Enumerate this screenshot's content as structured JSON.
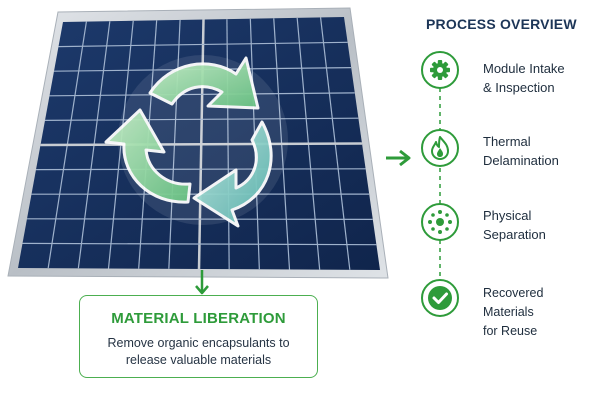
{
  "overview": {
    "title": "PROCESS OVERVIEW",
    "steps": [
      {
        "line1": "Module Intake",
        "line2": "& Inspection",
        "icon": "gear-icon"
      },
      {
        "line1": "Thermal",
        "line2": "Delamination",
        "icon": "flame-icon"
      },
      {
        "line1": "Physical",
        "line2": "Separation",
        "icon": "burst-icon"
      },
      {
        "line1": "Recovered Materials",
        "line2": "for Reuse",
        "icon": "checkmark-icon"
      }
    ]
  },
  "liberation": {
    "title": "MATERIAL LIBERATION",
    "description_line1": "Remove organic encapsulants to",
    "description_line2": "release valuable materials"
  },
  "colors": {
    "accent_green": "#2e9b3a",
    "border_green": "#4caf50",
    "navy_text": "#1c3557",
    "panel_cell": "#16305e",
    "frame_silver": "#c9ced4"
  },
  "graphics": {
    "panel": "solar-panel-illustration",
    "recycle": "recycle-icon"
  }
}
